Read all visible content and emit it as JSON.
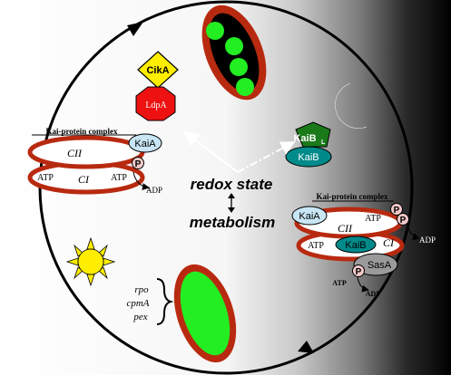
{
  "center": {
    "redox_label": "redox state",
    "metabolism_label": "metabolism"
  },
  "top_proteins": {
    "cika": "CikA",
    "ldpa": "LdpA"
  },
  "right_proteins": {
    "kaib_l": "KaiB",
    "kaib_l_sub": "L",
    "kaib": "KaiB"
  },
  "left_complex": {
    "title": "Kai-protein complex",
    "cii": "CII",
    "ci": "CI",
    "kaia": "KaiA",
    "p": "P",
    "atp_left": "ATP",
    "atp_right": "ATP",
    "adp": "ADP"
  },
  "right_complex": {
    "title": "Kai-protein complex",
    "kaia": "KaiA",
    "cii": "CII",
    "ci": "CI",
    "atp_top": "ATP",
    "p1": "P",
    "p2": "P",
    "adp_top": "ADP",
    "atp_mid": "ATP",
    "kaib": "KaiB",
    "sasa": "SasA",
    "p3": "P",
    "atp_bottom": "ATP",
    "adp_bottom": "ADP"
  },
  "genes": {
    "rpo": "rpo",
    "cpma": "cpmA",
    "pex": "pex"
  },
  "colors": {
    "cell_red": "#b82a10",
    "green": "#22ee22",
    "yellow": "#ffee00",
    "kaia_blue": "#c8e6f5",
    "teal": "#008a8a",
    "dark_green": "#1a7a1a",
    "ldpa_red": "#ee1111",
    "p_pink": "#f2c8c8",
    "sasa_gray": "#9a9a9a"
  }
}
